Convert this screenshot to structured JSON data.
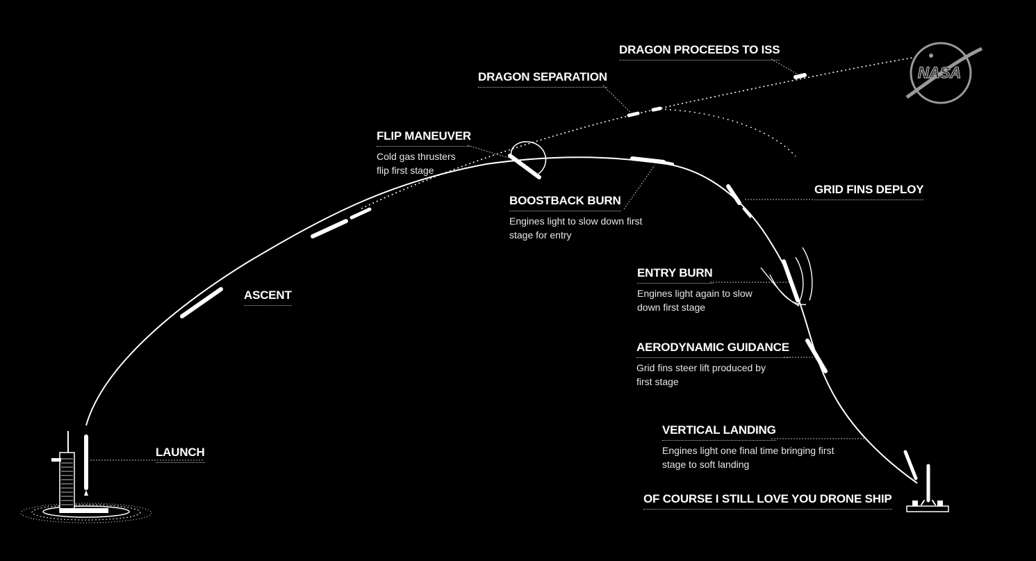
{
  "logo": {
    "text": "NASA"
  },
  "labels": {
    "dragon_iss": {
      "title": "DRAGON PROCEEDS TO ISS"
    },
    "dragon_sep": {
      "title": "DRAGON SEPARATION"
    },
    "flip": {
      "title": "FLIP MANEUVER",
      "line1": "Cold gas thrusters",
      "line2": "flip first stage"
    },
    "boostback": {
      "title": "BOOSTBACK BURN",
      "line1": "Engines light to slow down first",
      "line2": "stage for entry"
    },
    "grid_fins": {
      "title": "GRID FINS DEPLOY"
    },
    "ascent": {
      "title": "ASCENT"
    },
    "entry": {
      "title": "ENTRY BURN",
      "line1": "Engines light again to slow",
      "line2": "down first stage"
    },
    "aero": {
      "title": "AERODYNAMIC GUIDANCE",
      "line1": "Grid fins steer lift produced by",
      "line2": "first stage"
    },
    "landing": {
      "title": "VERTICAL LANDING",
      "line1": "Engines light one final time bringing first",
      "line2": "stage to soft landing"
    },
    "launch": {
      "title": "LAUNCH"
    },
    "drone_ship": {
      "title": "OF COURSE I STILL LOVE YOU DRONE SHIP"
    }
  },
  "colors": {
    "background": "#000000",
    "foreground": "#ffffff",
    "leader": "#bdbdbd",
    "logo": "#9a9a9a"
  }
}
